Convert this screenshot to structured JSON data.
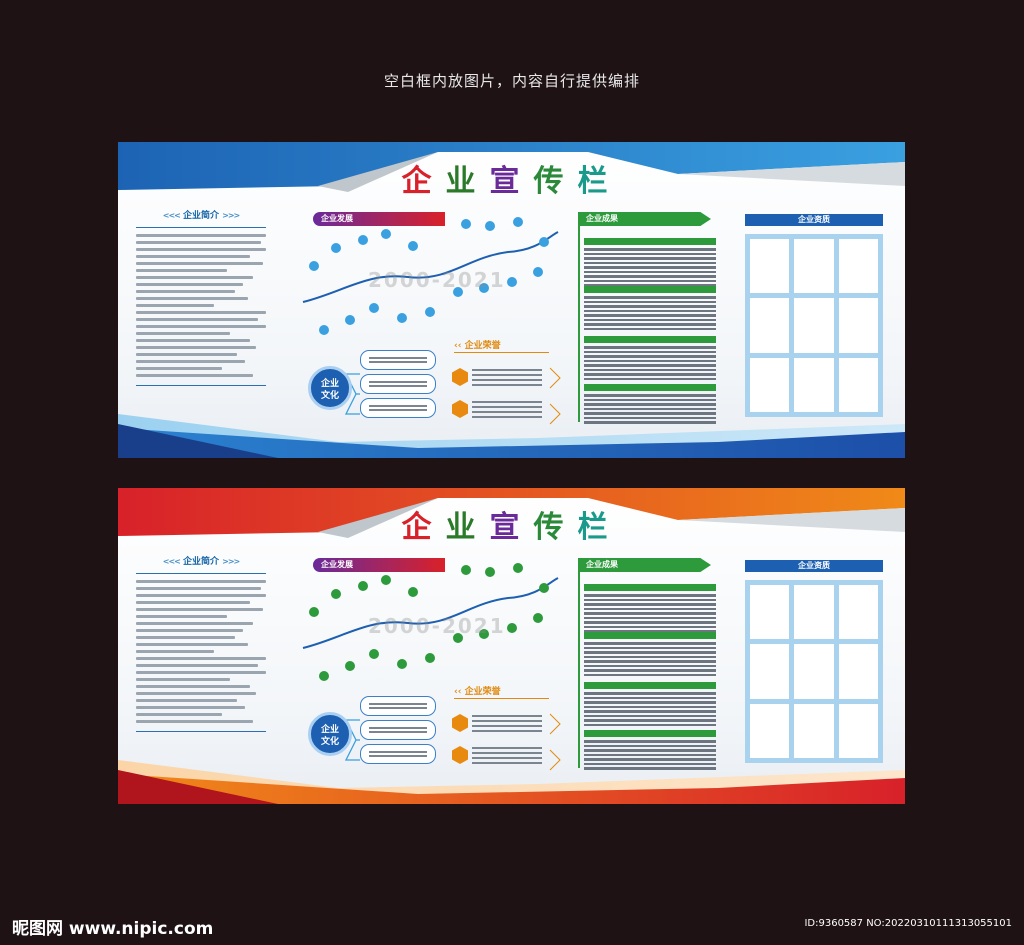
{
  "caption": "空白框内放图片，内容自行提供编排",
  "boards": [
    {
      "title": [
        "企",
        "业",
        "宣",
        "传",
        "栏"
      ],
      "intro_heading": "企业简介",
      "dev_label": "企业发展",
      "timeline_years": "2000-2021",
      "culture_label_1": "企业",
      "culture_label_2": "文化",
      "honor_heading": "企业荣誉",
      "achievement_heading": "企业成果",
      "qualification_heading": "企业资质"
    },
    {
      "title": [
        "企",
        "业",
        "宣",
        "传",
        "栏"
      ],
      "intro_heading": "企业简介",
      "dev_label": "企业发展",
      "timeline_years": "2000-2021",
      "culture_label_1": "企业",
      "culture_label_2": "文化",
      "honor_heading": "企业荣誉",
      "achievement_heading": "企业成果",
      "qualification_heading": "企业资质"
    }
  ],
  "footer": {
    "site": "昵图网 www.nipic.com",
    "id": "ID:9360587 NO:20220310111313055101"
  },
  "colors": {
    "title": [
      "#d8212a",
      "#2a7a2a",
      "#6a2a9a",
      "#2a8a3a",
      "#1a9a8a"
    ],
    "blue_theme": "#1d63b4",
    "red_theme": "#d8212a",
    "orange_theme": "#f08a18"
  }
}
